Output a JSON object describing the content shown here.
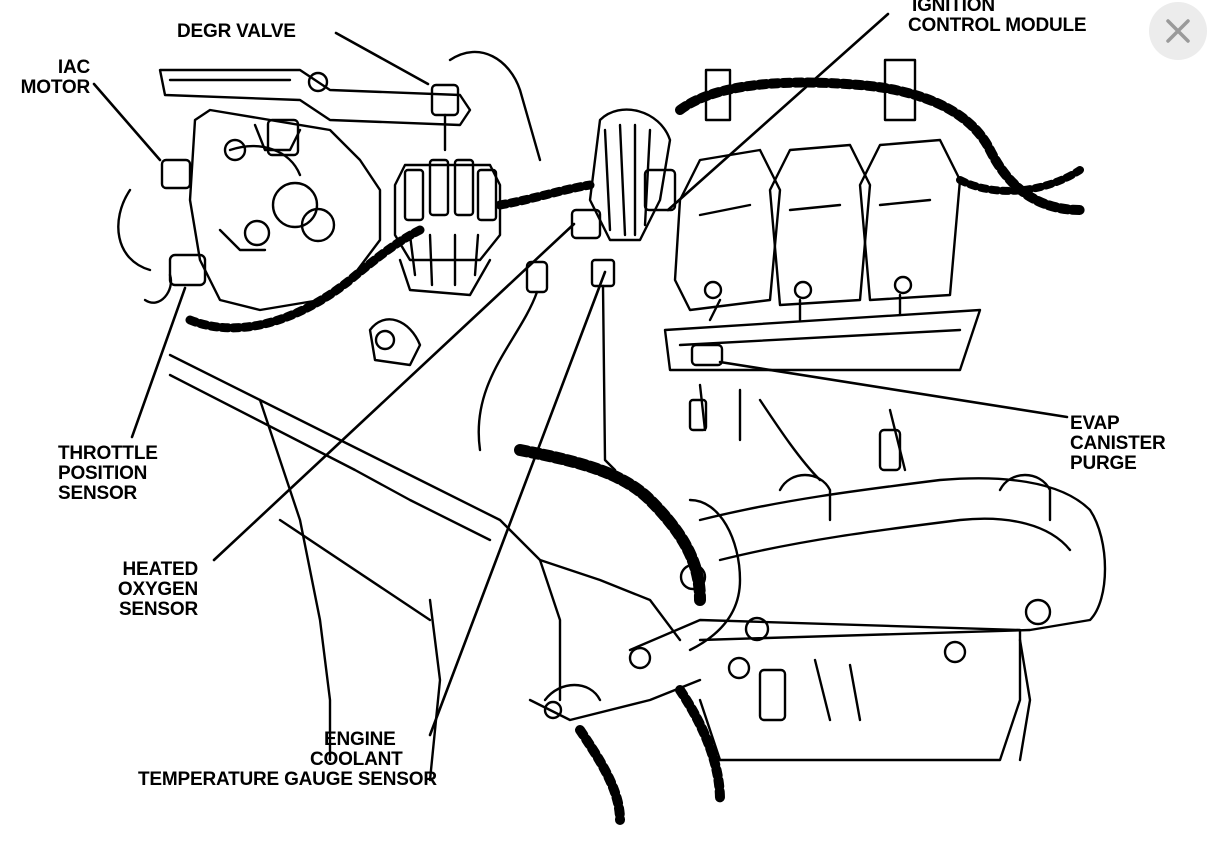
{
  "diagram": {
    "labels": {
      "degr": [
        "DEGR VALVE"
      ],
      "icm": [
        "IGNITION",
        "CONTROL MODULE"
      ],
      "iac": [
        "IAC",
        "MOTOR"
      ],
      "tps": [
        "THROTTLE",
        "POSITION",
        "SENSOR"
      ],
      "evap": [
        "EVAP",
        "CANISTER",
        "PURGE"
      ],
      "ho2s": [
        "HEATED",
        "OXYGEN",
        "SENSOR"
      ],
      "ect": [
        "ENGINE",
        "COOLANT",
        "TEMPERATURE GAUGE SENSOR"
      ]
    }
  },
  "controls": {
    "close_icon": "close-icon",
    "close_bg": "#ececec",
    "close_fg": "#9a9a9a"
  }
}
